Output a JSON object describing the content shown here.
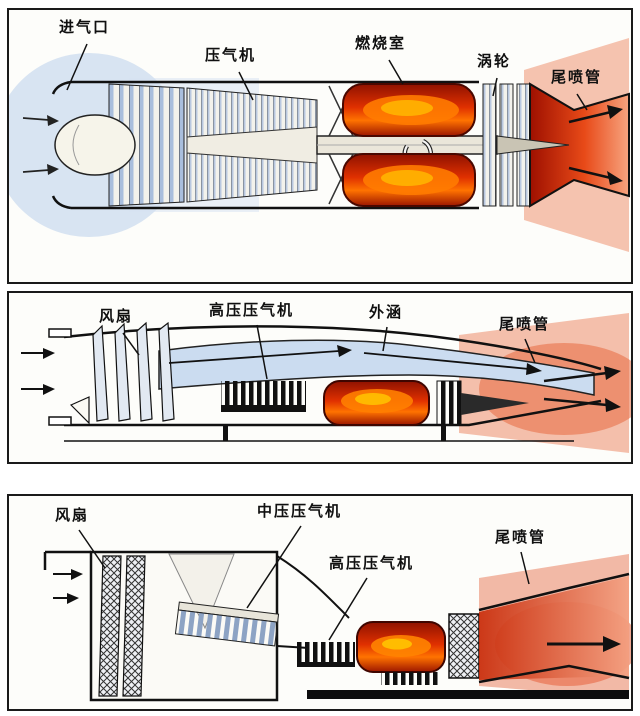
{
  "figure": {
    "description_names": [
      "turbojet-engine-cutaway",
      "turbofan-engine-cutaway",
      "three-spool-turbofan-cutaway"
    ]
  },
  "colors": {
    "intake_blue": "#c7d9ee",
    "bypass_blue": "#cbdcf0",
    "compressor_blue": "#a9bedd",
    "flame_dark_red": "#8f1200",
    "flame_red": "#e03000",
    "flame_orange": "#ff7b00",
    "flame_yellow": "#ffb400",
    "exhaust_red": "#e84a18",
    "exhaust_pink": "#f2b49c",
    "outline": "#1a1a1a"
  },
  "panels": [
    {
      "name": "turbojet",
      "labels": [
        "进气口",
        "压气机",
        "燃烧室",
        "涡轮",
        "尾喷管"
      ]
    },
    {
      "name": "turbofan",
      "labels": [
        "风扇",
        "高压压气机",
        "外涵",
        "尾喷管"
      ]
    },
    {
      "name": "turbofan-three-spool",
      "labels": [
        "风扇",
        "中压压气机",
        "高压压气机",
        "尾喷管"
      ]
    }
  ]
}
